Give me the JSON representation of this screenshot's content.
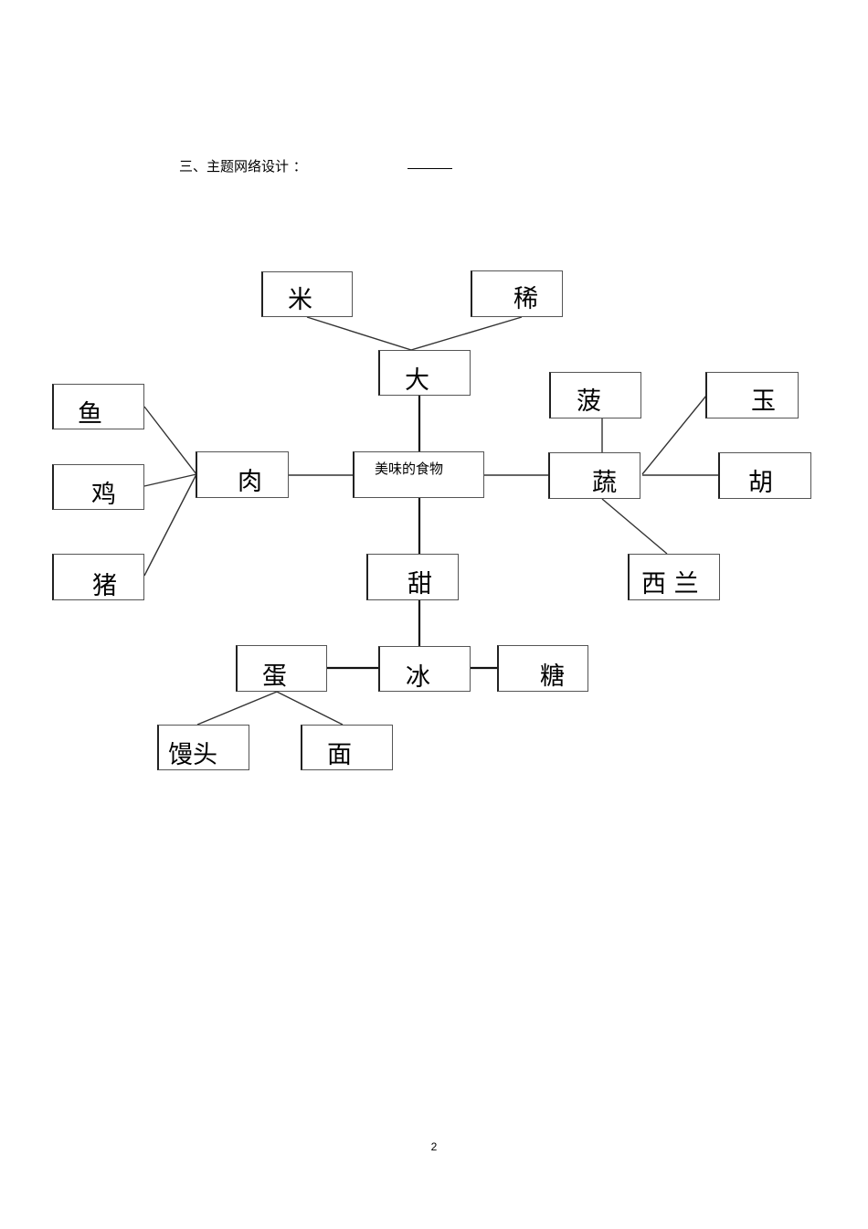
{
  "heading": {
    "text": "三、主题网络设计 ："
  },
  "center": {
    "label": "美味的食物"
  },
  "nodes": {
    "mi": "米",
    "xi": "稀",
    "da": "大",
    "rou": "肉",
    "yu": "鱼",
    "ji": "鸡",
    "zhu": "猪",
    "shu": "蔬",
    "bo": "菠",
    "yu2": "玉",
    "hu": "胡",
    "xilan": "西 兰",
    "tian": "甜",
    "bing": "冰",
    "tang": "糖",
    "dan": "蛋",
    "mantou": "馒头",
    "mian": "面"
  },
  "page_number": "2"
}
